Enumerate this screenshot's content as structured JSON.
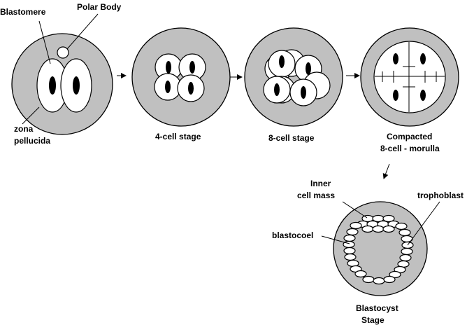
{
  "labels": {
    "blastomere": "Blastomere",
    "polar_body": "Polar Body",
    "zona_line1": "zona",
    "zona_line2": "pellucida",
    "four_cell": "4-cell stage",
    "eight_cell": "8-cell stage",
    "compacted_line1": "Compacted",
    "compacted_line2": "8-cell - morulla",
    "inner_line1": "Inner",
    "inner_line2": "cell mass",
    "trophoblast": "trophoblast",
    "blastocoel": "blastocoel",
    "blastocyst_line1": "Blastocyst",
    "blastocyst_line2": "Stage"
  },
  "colors": {
    "zona": "#c0c0c0",
    "cell": "#ffffff",
    "outline": "#000000"
  }
}
